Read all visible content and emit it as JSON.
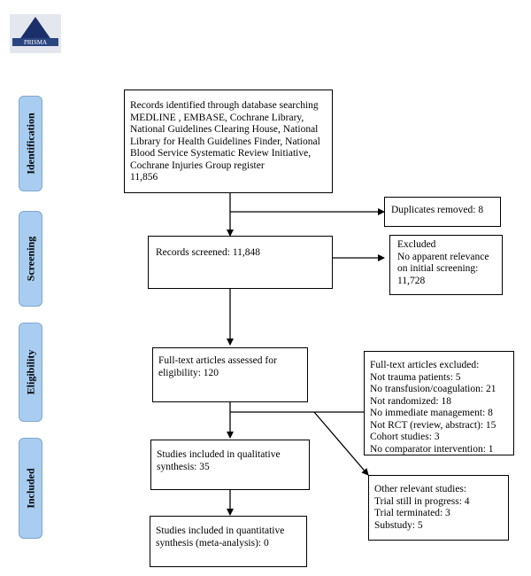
{
  "logo": {
    "text": "PRISMA"
  },
  "phases": {
    "identification": "Identification",
    "screening": "Screening",
    "eligibility": "Eligibility",
    "included": "Included"
  },
  "boxes": {
    "records_identified": [
      "Records identified through database searching",
      "MEDLINE , EMBASE, Cochrane Library,",
      "National Guidelines Clearing House, National",
      "Library for Health Guidelines Finder, National",
      "Blood Service Systematic Review Initiative,",
      "Cochrane Injuries Group register",
      "11,856"
    ],
    "duplicates_removed": [
      "Duplicates removed: 8"
    ],
    "records_screened": [
      "Records screened: 11,848"
    ],
    "excluded": [
      "Excluded",
      "No apparent relevance",
      "on initial screening:",
      "11,728"
    ],
    "fulltext_assessed": [
      "Full-text articles assessed for",
      "eligibility: 120"
    ],
    "fulltext_excluded": [
      "Full-text articles excluded:",
      "Not trauma patients: 5",
      "No transfusion/coagulation: 21",
      "Not randomized: 18",
      "No immediate management: 8",
      "Not RCT (review, abstract): 15",
      "Cohort studies: 3",
      "No comparator intervention: 1"
    ],
    "qualitative": [
      "Studies included in qualitative",
      "synthesis: 35"
    ],
    "other_relevant": [
      "Other relevant studies:",
      " Trial still in progress: 4",
      " Trial terminated: 3",
      " Substudy: 5"
    ],
    "quantitative": [
      "Studies included in quantitative",
      "synthesis (meta-analysis): 0"
    ]
  },
  "colors": {
    "phase_fill": "#a9cdf0",
    "logo_bg": "#1b2f6b"
  }
}
